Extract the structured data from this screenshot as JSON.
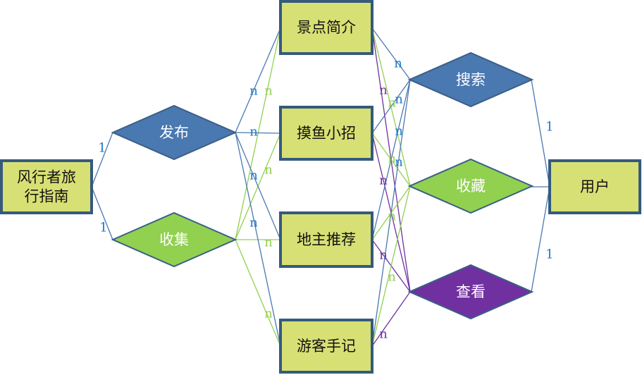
{
  "colors": {
    "blue": "#4a78b0",
    "green": "#92d050",
    "purple": "#7030a0",
    "entity_fill": "#d7e074",
    "entity_border": "#355a7e",
    "label_blue": "#1e78c8"
  },
  "entities": {
    "system": [
      "风行者旅",
      "行指南"
    ],
    "e1": "景点简介",
    "e2": "摸鱼小招",
    "e3": "地主推荐",
    "e4": "游客手记",
    "user": "用户"
  },
  "relations": {
    "publish": "发布",
    "collect": "收集",
    "search": "搜索",
    "favorite": "收藏",
    "view": "查看"
  },
  "cardinality": {
    "one": "1",
    "many": "n"
  }
}
